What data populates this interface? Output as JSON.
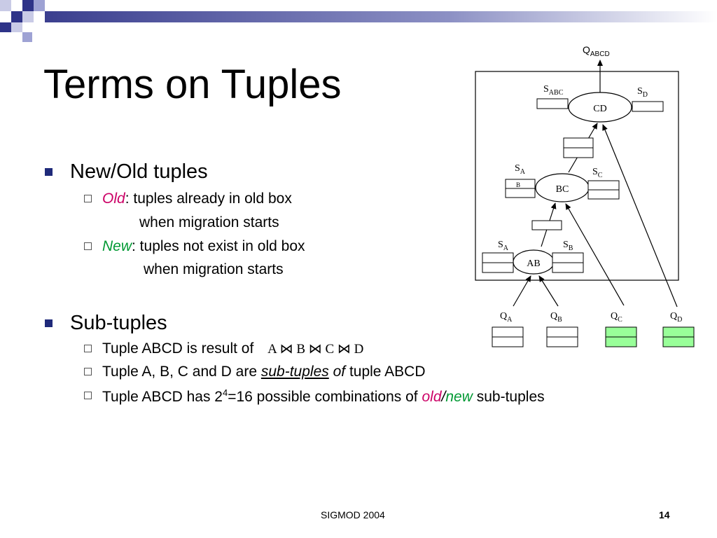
{
  "slide": {
    "title": "Terms on Tuples",
    "bullets": {
      "b1": "New/Old tuples",
      "b1_1_term": "Old",
      "b1_1_text": ": tuples already in old box",
      "b1_1_cont": "when migration starts",
      "b1_2_term": "New",
      "b1_2_text": ": tuples not exist in old box",
      "b1_2_cont": "when migration starts",
      "b2": "Sub-tuples",
      "b2_1_text": "Tuple ABCD is result of",
      "b2_1_join": "A ⋈ B ⋈ C ⋈ D",
      "b2_2_text": "Tuple A, B, C and D are",
      "b2_2_u": "sub-tuples",
      "b2_2_of": "of",
      "b2_2_end": "tuple ABCD",
      "b2_3_start": "Tuple ABCD has 2",
      "b2_3_sup": "4",
      "b2_3_mid": "=16 possible combinations of",
      "b2_3_old": "old",
      "b2_3_slash": "/",
      "b2_3_new": "new",
      "b2_3_end": "sub-tuples"
    }
  },
  "diagram": {
    "output": {
      "main": "Q",
      "sub": "ABCD"
    },
    "nodes": {
      "cd": "CD",
      "bc": "BC",
      "ab": "AB"
    },
    "states": {
      "s_abc": {
        "main": "S",
        "sub": "ABC"
      },
      "s_d": {
        "main": "S",
        "sub": "D"
      },
      "s_ab_top": "S",
      "s_ab_sub": "A",
      "s_ab_box": "B",
      "s_c": {
        "main": "S",
        "sub": "C"
      },
      "s_a": {
        "main": "S",
        "sub": "A"
      },
      "s_b": {
        "main": "S",
        "sub": "B"
      }
    },
    "queues": {
      "qa": {
        "main": "Q",
        "sub": "A"
      },
      "qb": {
        "main": "Q",
        "sub": "B"
      },
      "qc": {
        "main": "Q",
        "sub": "C"
      },
      "qd": {
        "main": "Q",
        "sub": "D"
      }
    },
    "colors": {
      "box": "#ffffff",
      "green": "#99ff99",
      "line": "#000000"
    }
  },
  "footer": {
    "text": "SIGMOD 2004",
    "page": "14"
  },
  "theme": {
    "accent": "#1f2a7a",
    "old_color": "#cc0066",
    "new_color": "#009933"
  }
}
